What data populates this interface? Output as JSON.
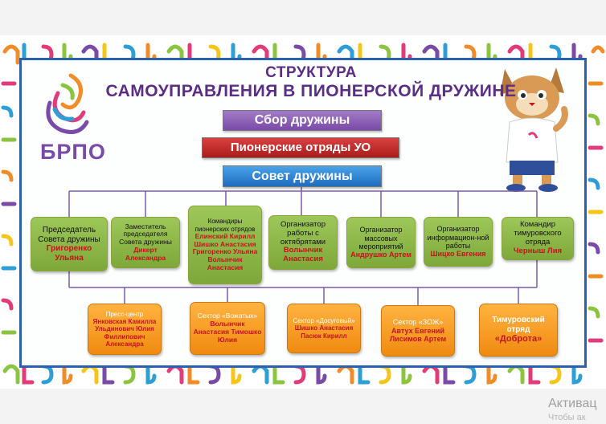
{
  "title": {
    "line1": "СТРУКТУРА",
    "line2": "САМОУПРАВЛЕНИЯ В ПИОНЕРСКОЙ ДРУЖИНЕ"
  },
  "logo_text": "БРПО",
  "levels": {
    "top": "Сбор дружины",
    "middle": "Пионерские отряды УО",
    "council": "Совет дружины"
  },
  "members": [
    {
      "role": "Председатель Совета дружины",
      "name": "Григоренко Ульяна"
    },
    {
      "role": "Заместитель председателя Совета дружины",
      "name": "Дикерт Александра"
    },
    {
      "role": "Командиры пионерских отрядов",
      "name": "Елинский Кирилл Шишко Анастасия Григоренко Ульяна Волынчик Анастасия"
    },
    {
      "role": "Организатор работы с октябрятами",
      "name": "Волынчик Анастасия"
    },
    {
      "role": "Организатор массовых мероприятий",
      "name": "Андрушко Артем"
    },
    {
      "role": "Организатор информацион-ной работы",
      "name": "Шицко Евгения"
    },
    {
      "role": "Командир тимуровского отряда",
      "name": "Черныш Лия"
    }
  ],
  "sectors": [
    {
      "title": "Пресс-центр",
      "name": "Янковская Камилла Ульдинович Юлия Филлипович Александра"
    },
    {
      "title": "Сектор «Вожатых»",
      "name": "Волынчик Анастасия Тимошко Юлия"
    },
    {
      "title": "Сектор «Досуговый»",
      "name": "Шишко Анастасия Пасюк Кирилл"
    },
    {
      "title": "Сектор «ЗОЖ»",
      "name": "Автух Евгений Лисимов Артем"
    },
    {
      "title": "Тимуровский отряд",
      "name": "«Доброта»"
    }
  ],
  "watermark": {
    "line1": "Активац",
    "line2": "Чтобы ак"
  },
  "colors": {
    "title": "#5b2d86",
    "frame": "#2b5fb0",
    "connector": "#7a5aa8",
    "name_red": "#c4141b"
  }
}
